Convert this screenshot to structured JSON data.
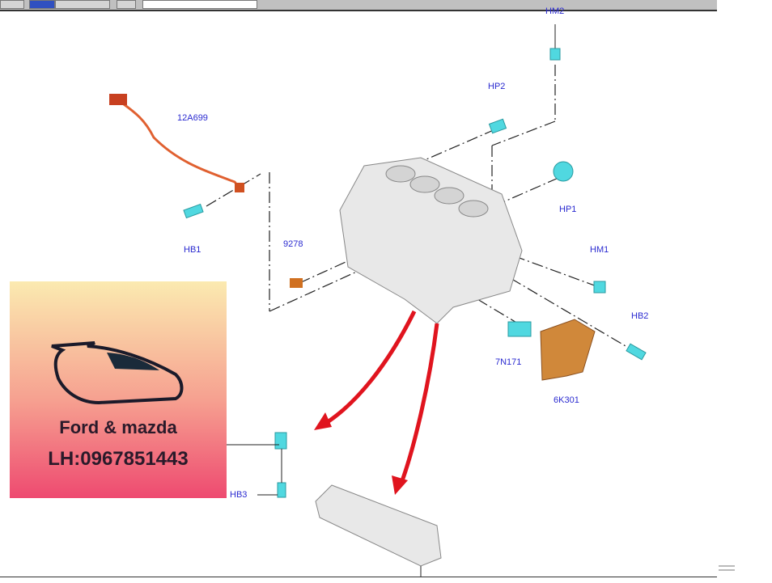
{
  "labels": {
    "hm2": "HM2",
    "hp2": "HP2",
    "wire": "12A699",
    "hp1": "HP1",
    "hb1": "HB1",
    "sensor": "9278",
    "hm1": "HM1",
    "hb2": "HB2",
    "clip": "7N171",
    "seal": "6K301",
    "hb3": "HB3"
  },
  "promo": {
    "title": "Ford & mazda",
    "phone": "LH:0967851443"
  },
  "colors": {
    "label": "#2a2ad0",
    "arrow": "#e0141e",
    "part": "#40d8d8"
  }
}
